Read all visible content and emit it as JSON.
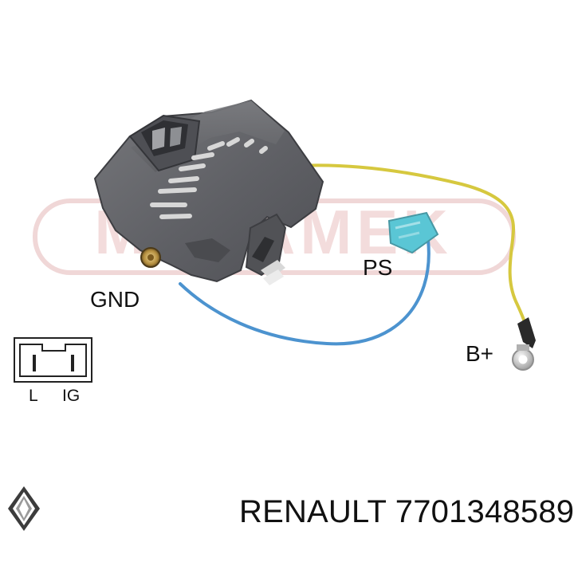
{
  "watermark": {
    "text": "MEGAMEK",
    "color": "#d7a0a0"
  },
  "labels": {
    "gnd": "GND",
    "ps": "PS",
    "b_plus": "B+"
  },
  "connector": {
    "left_pin": "L",
    "right_pin": "IG"
  },
  "footer": {
    "brand": "RENAULT",
    "part_number": "7701348589"
  },
  "colors": {
    "wire_blue": "#4c93cf",
    "wire_yellow": "#d6c83f",
    "wire_ground": "#5a8fc9",
    "terminal_blue": "#5ac6d5",
    "regulator_body": "#5e5e63",
    "ring_terminal": "#bebebe"
  }
}
